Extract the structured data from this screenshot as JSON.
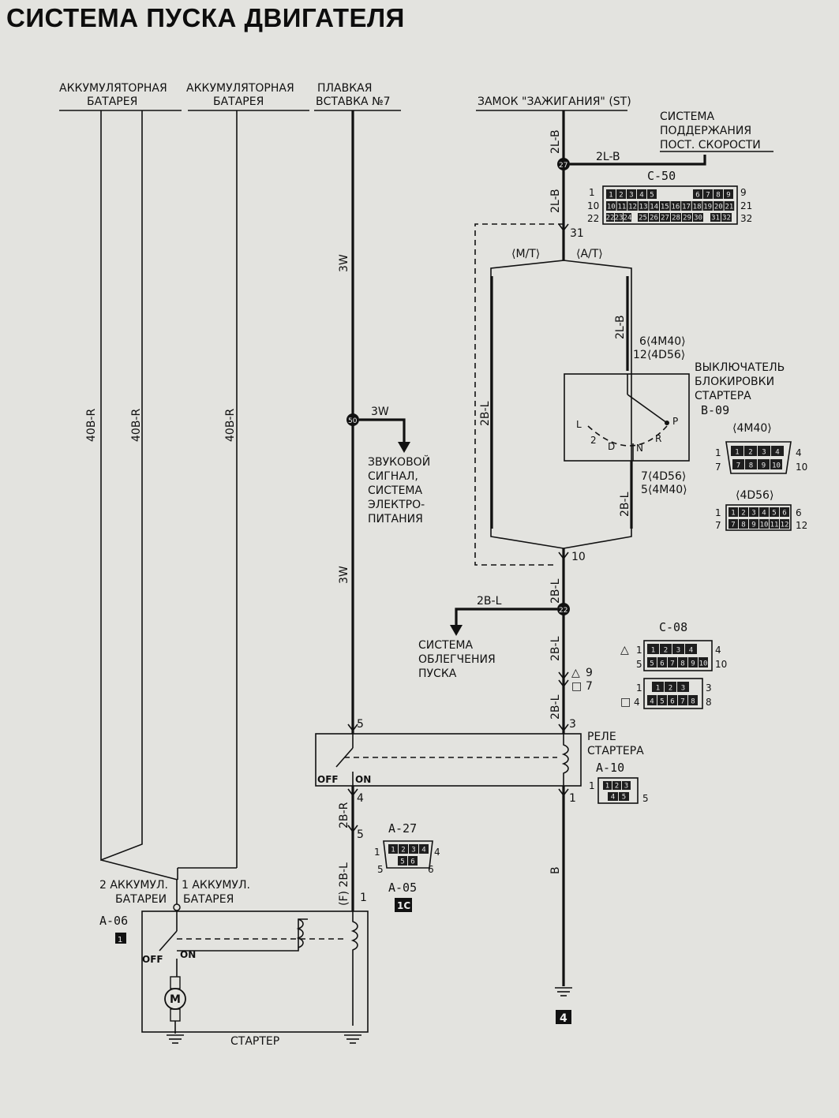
{
  "title": "СИСТЕМА ПУСКА ДВИГАТЕЛЯ",
  "sources": {
    "battery_left_l1": "АККУМУЛЯТОРНАЯ",
    "battery_left_l2": "БАТАРЕЯ",
    "battery_right_l1": "АККУМУЛЯТОРНАЯ",
    "battery_right_l2": "БАТАРЕЯ",
    "fuse_l1": "ПЛАВКАЯ",
    "fuse_l2": "ВСТАВКА №7",
    "ignition": "ЗАМОК \"ЗАЖИГАНИЯ\" (ST)"
  },
  "cruise": {
    "l1": "СИСТЕМА",
    "l2": "ПОДДЕРЖАНИЯ",
    "l3": "ПОСТ. СКОРОСТИ"
  },
  "horn": {
    "l1": "ЗВУКОВОЙ",
    "l2": "СИГНАЛ,",
    "l3": "СИСТЕМА",
    "l4": "ЭЛЕКТРО-",
    "l5": "ПИТАНИЯ"
  },
  "assist": {
    "l1": "СИСТЕМА",
    "l2": "ОБЛЕГЧЕНИЯ",
    "l3": "ПУСКА"
  },
  "inhibitor": {
    "l1": "ВЫКЛЮЧАТЕЛЬ",
    "l2": "БЛОКИРОВКИ",
    "l3": "СТАРТЕРА",
    "code": "B-09",
    "pin_top_1": "6⟨4M40⟩",
    "pin_top_2": "12⟨4D56⟩",
    "pin_bot_1": "7⟨4D56⟩",
    "pin_bot_2": "5⟨4M40⟩",
    "pos_l": "L",
    "pos_2": "2",
    "pos_d": "D",
    "pos_n": "N",
    "pos_r": "R",
    "pos_p": "P",
    "variant_a": "⟨4M40⟩",
    "variant_b": "⟨4D56⟩"
  },
  "relay": {
    "l1": "РЕЛЕ",
    "l2": "СТАРТЕРА",
    "code": "A-10",
    "off": "OFF",
    "on": "ON"
  },
  "starter": {
    "label": "СТАРТЕР",
    "code": "A-06",
    "pin2": "2 АККУМУЛ.",
    "pin2b": "БАТАРЕИ",
    "pin1": "1  АККУМУЛ.",
    "pin1b": "БАТАРЕЯ",
    "off": "OFF",
    "on": "ON",
    "motor": "M",
    "badge": "1"
  },
  "connectors": {
    "c50": "C-50",
    "c08": "C-08",
    "a27": "A-27",
    "a05": "A-05",
    "a05_badge": "1C",
    "ground_badge": "4"
  },
  "trans": {
    "mt": "⟨M/T⟩",
    "at": "⟨A/T⟩"
  },
  "wires": {
    "w40b_r": "40B-R",
    "w3w": "3W",
    "w2lb": "2L-B",
    "w2bl": "2B-L",
    "w2br": "2B-R",
    "wf2bl": "(F) 2B-L",
    "wb": "B"
  },
  "pins": {
    "p1": "1",
    "p2": "2",
    "p3": "3",
    "p4": "4",
    "p5": "5",
    "p6": "6",
    "p7": "7",
    "p8": "8",
    "p9": "9",
    "p10": "10",
    "p12": "12",
    "p21": "21",
    "p22": "22",
    "p31": "31",
    "p32": "32"
  },
  "splices": {
    "s27": "27",
    "s50": "50",
    "s22": "22"
  },
  "c50_cells": {
    "row1a": [
      "1",
      "2",
      "3",
      "4",
      "5"
    ],
    "row1b": [
      "6",
      "7",
      "8",
      "9"
    ],
    "row2": [
      "10",
      "11",
      "12",
      "13",
      "14",
      "15",
      "16",
      "17",
      "18",
      "19",
      "20",
      "21"
    ],
    "row3a": [
      "22",
      "23",
      "24"
    ],
    "row3b": [
      "25",
      "26",
      "27",
      "28",
      "29",
      "30"
    ],
    "row3c": [
      "31",
      "32"
    ]
  },
  "c08_cells": {
    "r1": [
      "1",
      "2",
      "3",
      "4"
    ],
    "r2": [
      "5",
      "6",
      "7",
      "8",
      "9",
      "10"
    ],
    "r3": [
      "1",
      "2",
      "3"
    ],
    "r4": [
      "4",
      "5",
      "6",
      "7",
      "8"
    ]
  },
  "a10_cells": {
    "r1": [
      "1",
      "2",
      "3"
    ],
    "r2": [
      "4",
      "5"
    ]
  },
  "a27_cells": {
    "r1": [
      "1",
      "2",
      "3",
      "4"
    ],
    "r2": [
      "5",
      "6"
    ]
  },
  "b09a_cells": {
    "r1": [
      "1",
      "2",
      "3",
      "4"
    ],
    "r2": [
      "7",
      "8",
      "9",
      "10"
    ]
  },
  "b09b_cells": {
    "r1": [
      "1",
      "2",
      "3",
      "4",
      "5",
      "6"
    ],
    "r2": [
      "7",
      "8",
      "9",
      "10",
      "11",
      "12"
    ]
  },
  "symbols": {
    "triangle": "△",
    "square": "□"
  }
}
